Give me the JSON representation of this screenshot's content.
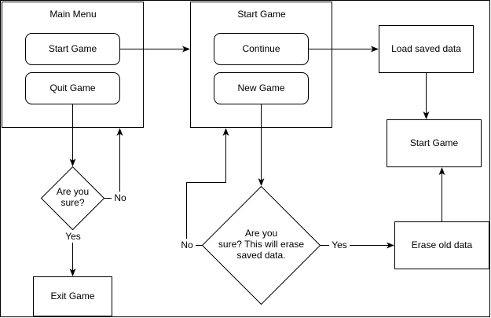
{
  "groups": {
    "main_menu": {
      "title": "Main Menu"
    },
    "start_game": {
      "title": "Start Game"
    }
  },
  "buttons": {
    "start_game": "Start Game",
    "quit_game": "Quit Game",
    "continue": "Continue",
    "new_game": "New Game"
  },
  "boxes": {
    "load_saved_data": "Load saved data",
    "start_game_final": "Start Game",
    "erase_old_data": "Erase old data",
    "exit_game": "Exit Game"
  },
  "decisions": {
    "quit_confirm": [
      "Are you",
      "sure?"
    ],
    "new_game_confirm": [
      "Are you",
      "sure? This will erase",
      "saved data."
    ]
  },
  "edge_labels": {
    "quit_no": "No",
    "quit_yes": "Yes",
    "new_no": "No",
    "new_yes": "Yes"
  }
}
